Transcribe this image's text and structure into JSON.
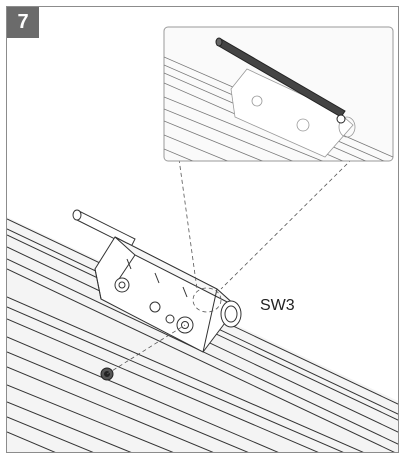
{
  "step": {
    "number": "7"
  },
  "callout": {
    "label": "SW3"
  },
  "colors": {
    "badge": "#6b6b6b",
    "line": "#333333",
    "detail_bg": "#fafafa",
    "detail_border": "#9a9a9a"
  },
  "icons": [
    "hinge-part",
    "long-pin",
    "grub-screw",
    "aluminium-profile",
    "zoom-detail"
  ]
}
